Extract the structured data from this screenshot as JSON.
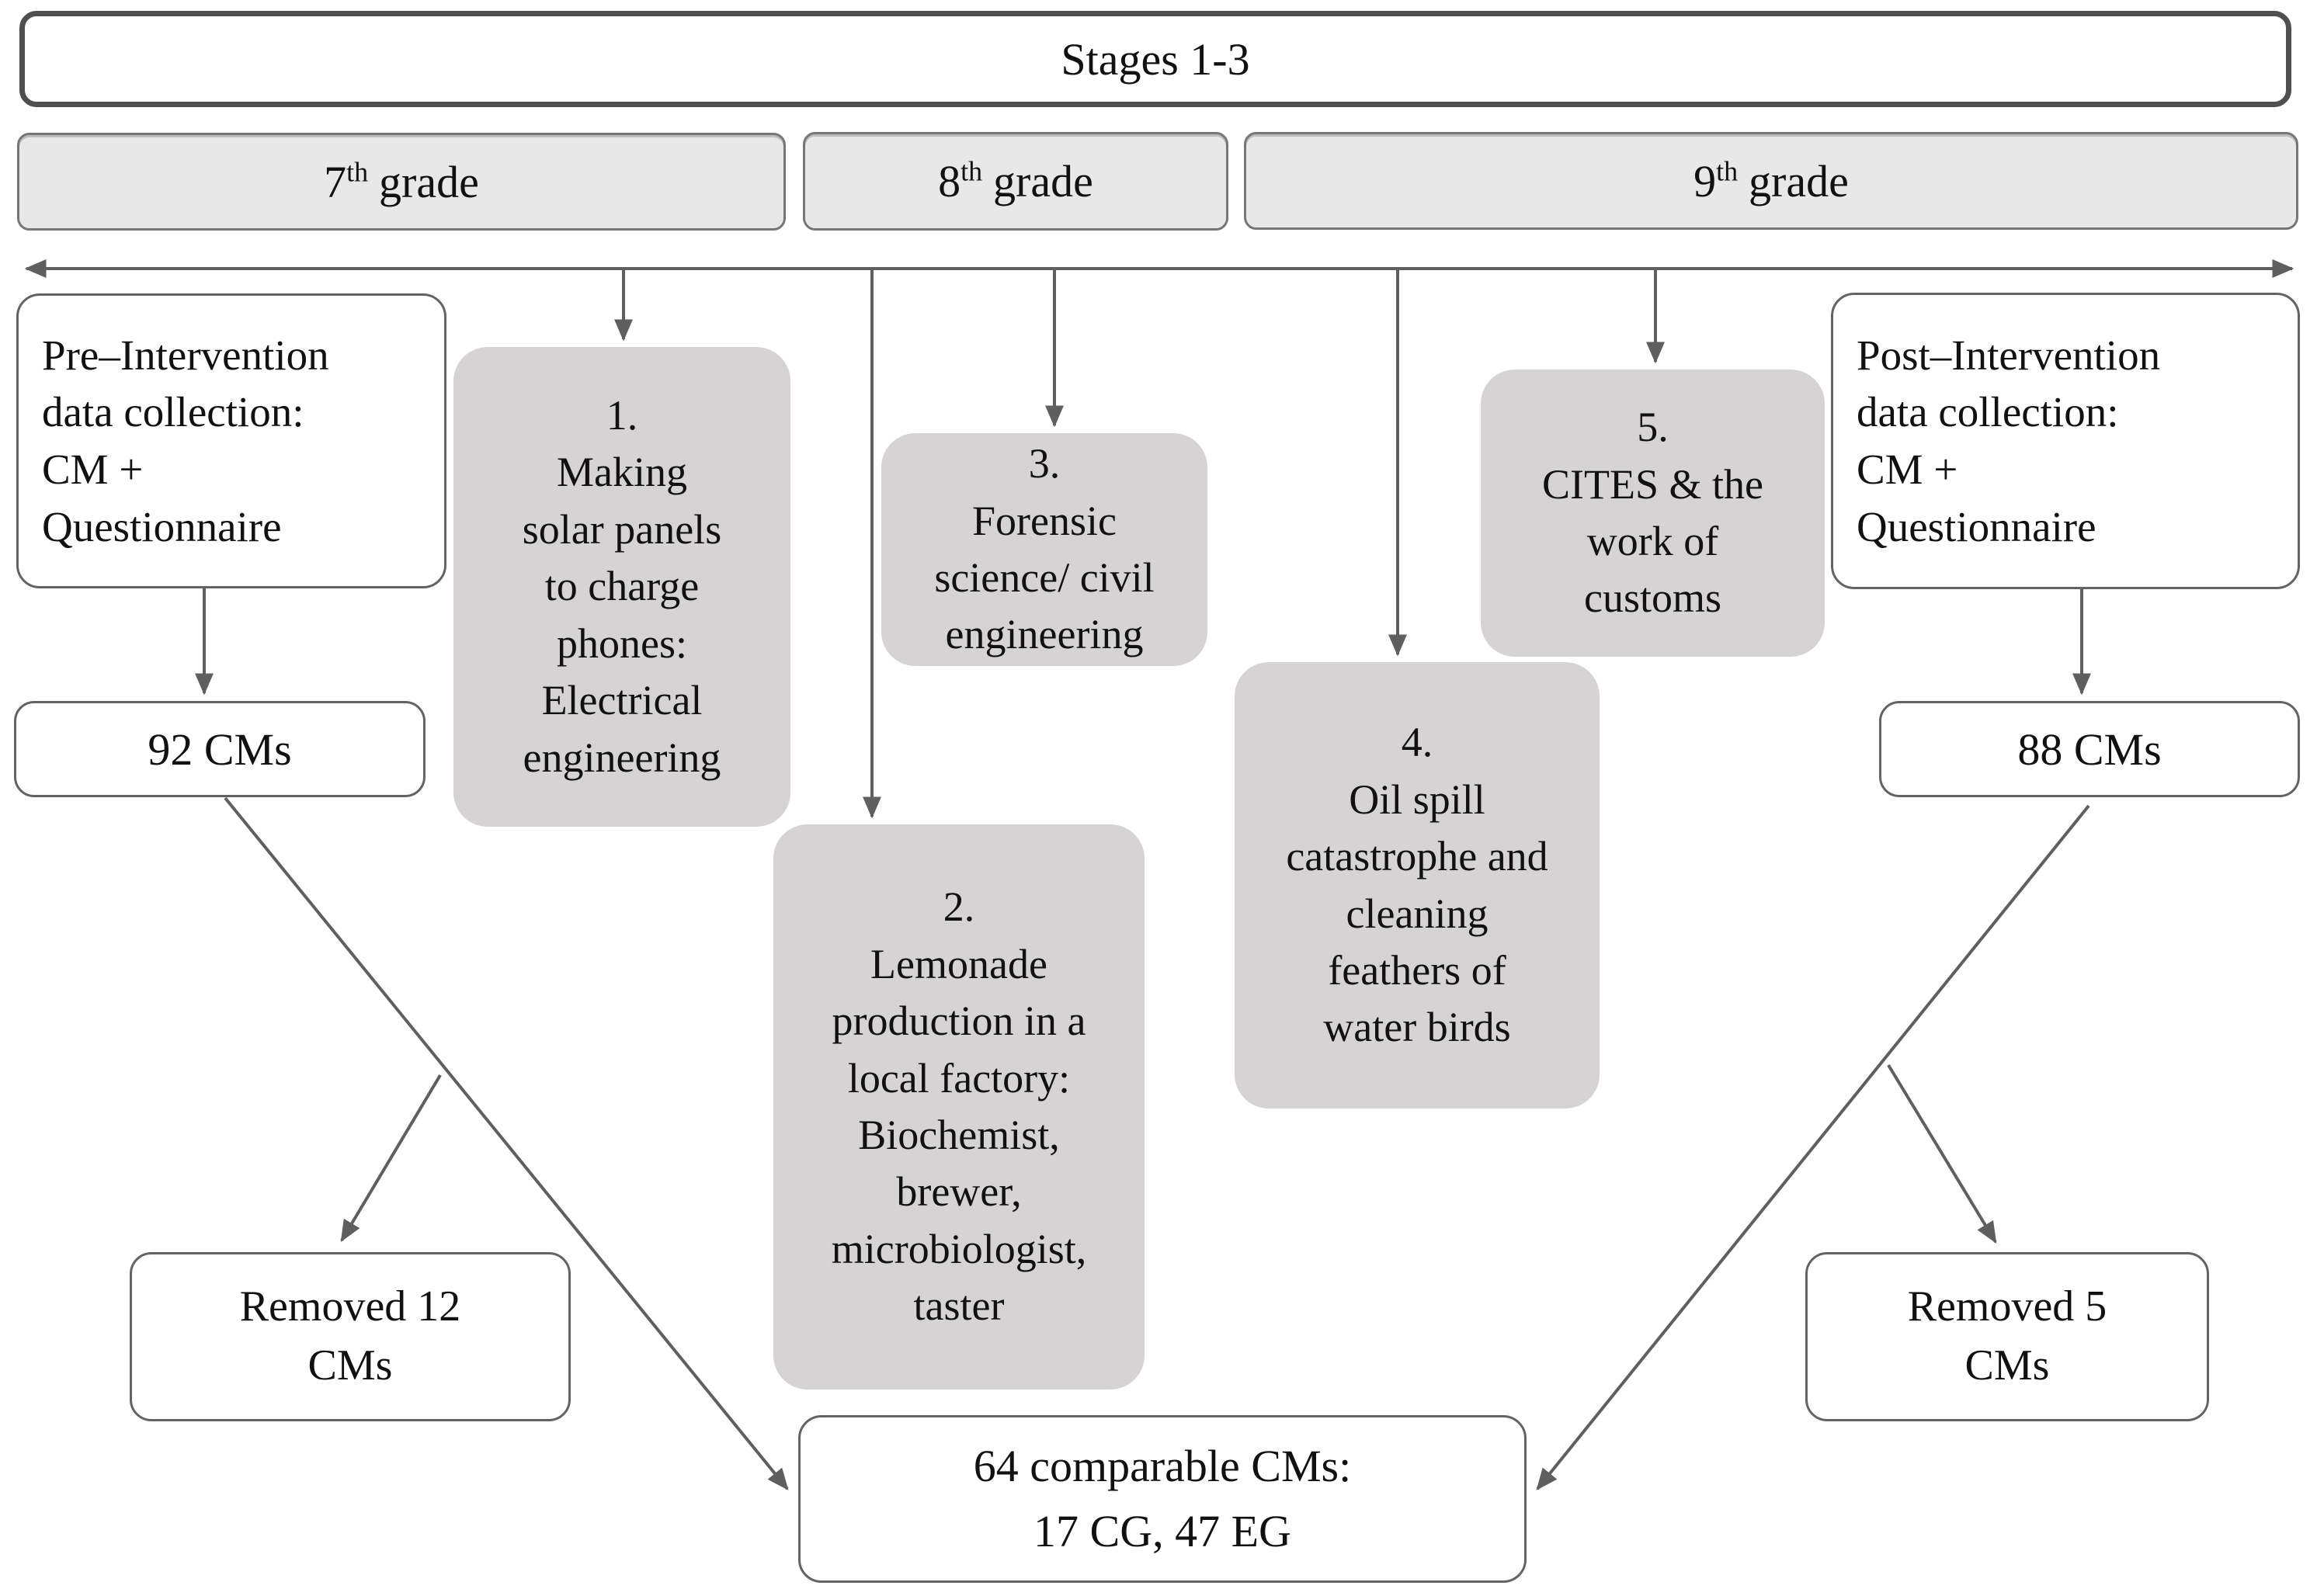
{
  "title": "Stages 1-3",
  "grades": [
    {
      "num": "7",
      "sup": "th",
      "rest": "grade"
    },
    {
      "num": "8",
      "sup": "th",
      "rest": "grade"
    },
    {
      "num": "9",
      "sup": "th",
      "rest": "grade"
    }
  ],
  "pre_box": {
    "text": "Pre–Intervention\ndata collection:\nCM +\nQuestionnaire"
  },
  "post_box": {
    "text": "Post–Intervention\ndata collection:\nCM +\nQuestionnaire"
  },
  "counts": {
    "pre": "92 CMs",
    "post": "88 CMs"
  },
  "activities": [
    {
      "text": "1.\nMaking\nsolar panels\nto charge\nphones:\nElectrical\nengineering"
    },
    {
      "text": "2.\nLemonade\nproduction in a\nlocal factory:\nBiochemist,\nbrewer,\nmicrobiologist,\ntaster"
    },
    {
      "text": "3.\nForensic\nscience/ civil\nengineering"
    },
    {
      "text": "4.\nOil spill\ncatastrophe and\ncleaning\nfeathers of\nwater birds"
    },
    {
      "text": "5.\nCITES & the\nwork of\ncustoms"
    }
  ],
  "removed": {
    "pre": "Removed 12\nCMs",
    "post": "Removed 5\nCMs"
  },
  "final_box": {
    "text": "64 comparable CMs:\n17 CG, 47 EG"
  },
  "colors": {
    "activity_fill": "#d5d3d3",
    "grade_fill": "#e9e8e9",
    "stages_border": "#4f4f4f",
    "box_border": "#636363",
    "connector": "#5f5f5f",
    "text": "#111111"
  }
}
